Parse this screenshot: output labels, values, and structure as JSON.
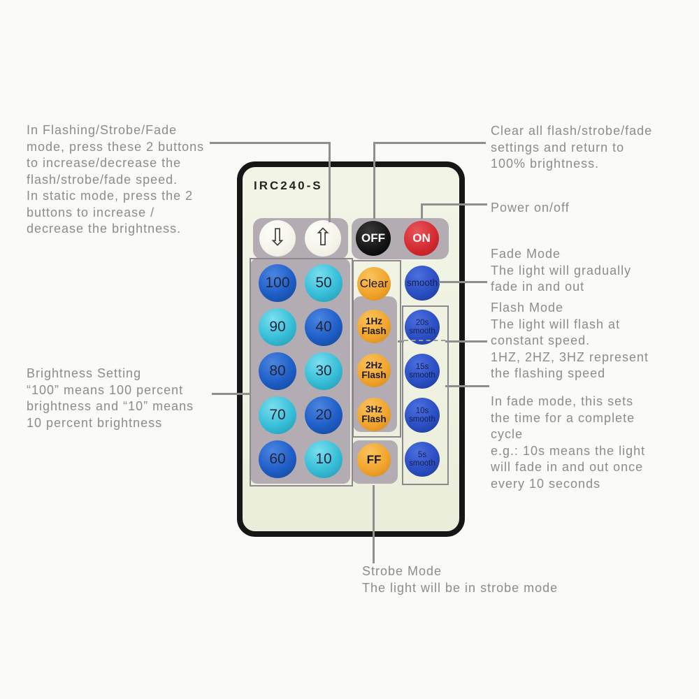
{
  "annotations": {
    "speed": "In Flashing/Strobe/Fade\nmode, press these 2 buttons\nto increase/decrease the\nflash/strobe/fade speed.\nIn static mode, press the 2\nbuttons to increase /\ndecrease the brightness.",
    "clear": "Clear all flash/strobe/fade\nsettings and return to\n100% brightness.",
    "power": "Power on/off",
    "fade": "Fade Mode\nThe light will gradually\nfade in and out",
    "flash": "Flash Mode\nThe light will flash at\nconstant speed.\n1HZ, 2HZ, 3HZ represent\nthe flashing speed",
    "cycle": "In fade mode, this sets\nthe time for a complete\ncycle\ne.g.: 10s means the light\nwill fade in and out once\nevery 10 seconds",
    "brightness": "Brightness Setting\n“100” means 100 percent\nbrightness and “10” means\n10 percent brightness",
    "strobe": "Strobe Mode\nThe light will be in strobe mode"
  },
  "remote": {
    "model": "IRC240-S",
    "arrows": {
      "down": "⇩",
      "up": "⇧"
    },
    "power": {
      "off": "OFF",
      "on": "ON"
    },
    "brightness": [
      "100",
      "50",
      "90",
      "40",
      "80",
      "30",
      "70",
      "20",
      "60",
      "10"
    ],
    "modes": {
      "clear": "Clear",
      "flash1": {
        "top": "1Hz",
        "bottom": "Flash"
      },
      "flash2": {
        "top": "2Hz",
        "bottom": "Flash"
      },
      "flash3": {
        "top": "3Hz",
        "bottom": "Flash"
      },
      "ff": "FF"
    },
    "speeds": {
      "smooth": "smooth",
      "s20": {
        "top": "20s",
        "bottom": "smooth"
      },
      "s15": {
        "top": "15s",
        "bottom": "smooth"
      },
      "s10": {
        "top": "10s",
        "bottom": "smooth"
      },
      "s5": {
        "top": "5s",
        "bottom": "smooth"
      }
    }
  },
  "colors": {
    "background": "#fafaf6",
    "annotation_text": "#8c8c8c",
    "callout_line": "#8f8f8f",
    "remote_body": "#f0f3e2",
    "remote_border": "#161616",
    "panel_gray": "#b3acb2",
    "blue": "#1e5ec7",
    "cyan": "#36bed8",
    "indigo": "#2b4fc4",
    "orange": "#f2a52d",
    "on_red": "#d2282e",
    "off_black": "#131313"
  }
}
